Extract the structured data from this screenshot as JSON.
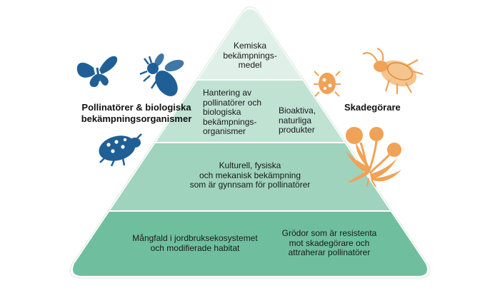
{
  "colors": {
    "tier1": "#dff0e9",
    "tier2": "#bfe2d3",
    "tier3": "#9fd3bd",
    "tier4": "#6fbf9f",
    "frame": "#ffffff",
    "pollinator_icon": "#1f5f96",
    "pest_icon": "#f0a256",
    "pest_icon_light": "#f6c48e"
  },
  "left_group": {
    "label": "Pollinatörer & biologiska\nbekämpningsorganismer",
    "icons": [
      "butterfly-icon",
      "bee-icon",
      "ladybug-icon"
    ]
  },
  "right_group": {
    "label": "Skadegörare",
    "icons": [
      "pest-mite-icon",
      "aphid-icon",
      "dandelion-weed-icon"
    ]
  },
  "pyramid": {
    "tier1": {
      "text": "Kemiska\nbekämpnings-\nmedel"
    },
    "tier2": {
      "left": "Hantering av\npollinatörer och\nbiologiska\nbekämpnings-\norganismer",
      "right": "Bioaktiva,\nnaturliga\nprodukter"
    },
    "tier3": {
      "text": "Kulturell, fysiska\noch mekanisk bekämpning\nsom är gynnsam för pollinatörer"
    },
    "tier4": {
      "left": "Mångfald i jordbruksekosystemet\noch modifierade habitat",
      "right": "Grödor som är resistenta\nmot skadegörare och\nattraherar pollinatörer"
    }
  }
}
